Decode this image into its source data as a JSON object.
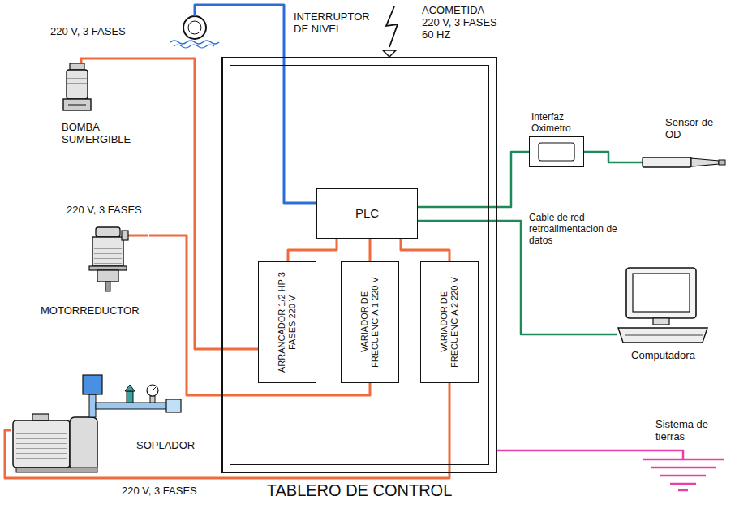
{
  "diagram": {
    "nodes": [
      {
        "text": [
          "TABLERO DE CONTROL"
        ]
      },
      {
        "text": [
          "PLC"
        ],
        "in": 0
      },
      {
        "text": [
          "ARRANCADOR 1/2 HP 3 FASES 220 V"
        ],
        "in": 0
      },
      {
        "text": [
          "VARIADOR DE FRECUENCIA 1 220 V"
        ],
        "in": 0
      },
      {
        "text": [
          "VARIADOR DE FRECUENCIA 2 220 V"
        ],
        "in": 0
      },
      {
        "text": [
          "BOMBA SUMERGIBLE"
        ]
      },
      {
        "text": [
          "MOTORREDUCTOR"
        ]
      },
      {
        "text": [
          "SOPLADOR"
        ]
      },
      {
        "text": [
          "INTERRUPTOR DE NIVEL"
        ]
      },
      {
        "text": [
          "Interfaz Oximetro"
        ]
      },
      {
        "text": [
          "Sensor de OD"
        ]
      },
      {
        "text": [
          "Computadora"
        ]
      }
    ],
    "edges": [
      {
        "from": 1,
        "to": 2,
        "arrow": "none"
      },
      {
        "from": 1,
        "to": 3,
        "arrow": "none"
      },
      {
        "from": 1,
        "to": 4,
        "arrow": "none"
      },
      {
        "from": 2,
        "to": 5,
        "arrow": "none"
      },
      {
        "from": 3,
        "to": 6,
        "arrow": "none"
      },
      {
        "from": 4,
        "to": 7,
        "arrow": "none"
      },
      {
        "from": 8,
        "to": 1,
        "arrow": "none"
      },
      {
        "from": 1,
        "to": 9,
        "arrow": "none"
      },
      {
        "from": 9,
        "to": 10,
        "arrow": "none"
      },
      {
        "from": 1,
        "to": 11,
        "arrow": "none"
      }
    ],
    "labels": [
      "220 V, 3 FASES",
      "220 V, 3 FASES",
      "220 V, 3 FASES",
      "ACOMETIDA 220 V, 3 FASES 60 HZ",
      "Cable de red retroalimentacion de datos",
      "Sistema de tierras"
    ]
  }
}
